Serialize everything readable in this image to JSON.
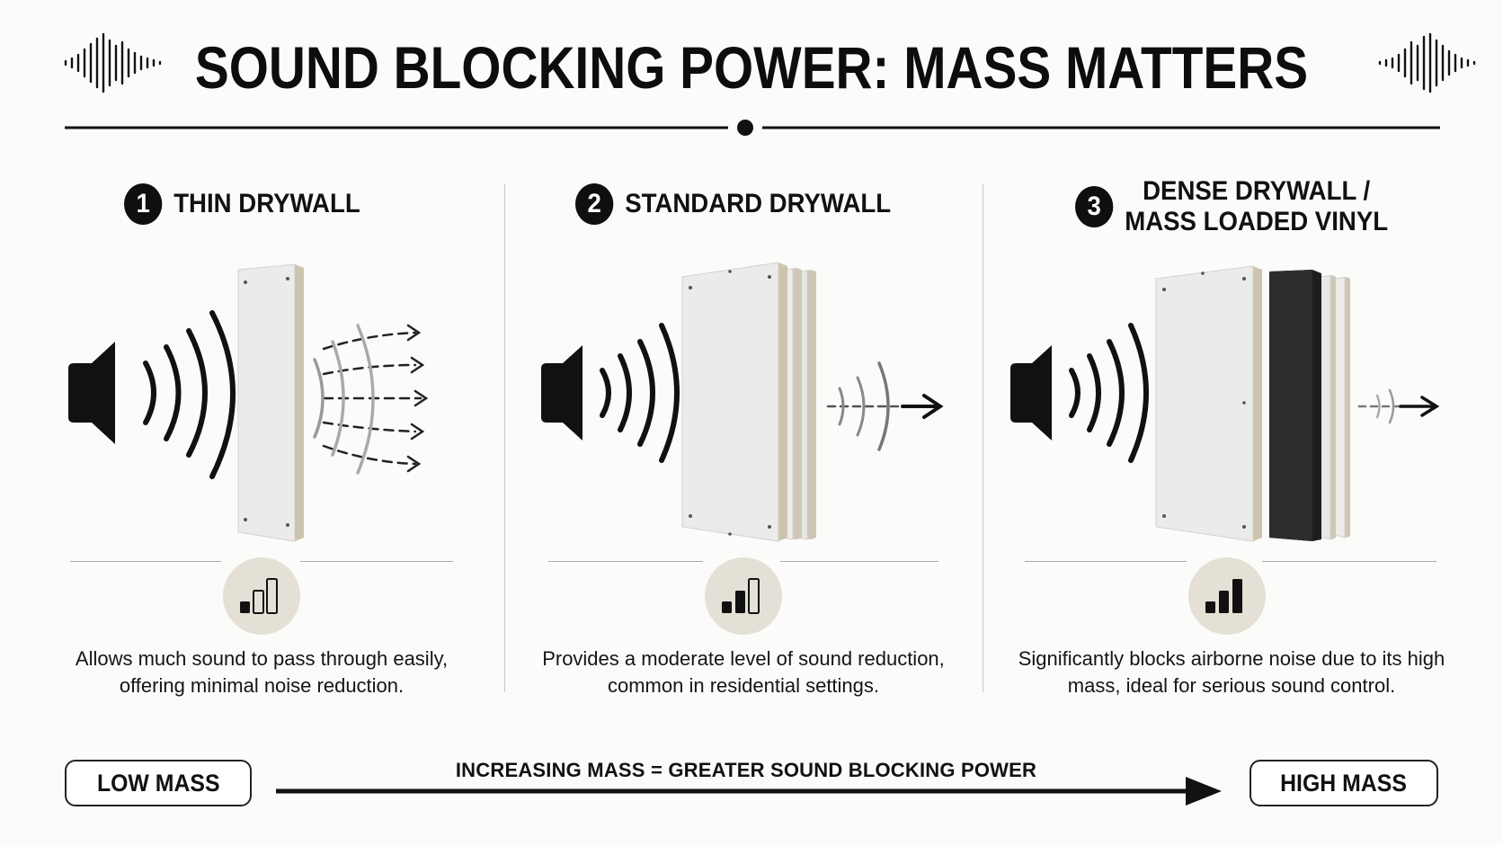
{
  "header": {
    "title": "SOUND BLOCKING POWER: MASS MATTERS"
  },
  "columns": [
    {
      "number": "1",
      "heading": "THIN DRYWALL",
      "heading_line2": "",
      "level_of_3": 1,
      "description": "Allows much sound to pass through easily, offering minimal noise reduction."
    },
    {
      "number": "2",
      "heading": "STANDARD DRYWALL",
      "heading_line2": "",
      "level_of_3": 2,
      "description": "Provides a moderate level of sound reduction, common in residential settings."
    },
    {
      "number": "3",
      "heading": "DENSE DRYWALL /",
      "heading_line2": "MASS LOADED VINYL",
      "level_of_3": 3,
      "description": "Significantly blocks airborne noise due to its high mass, ideal for serious sound control."
    }
  ],
  "scale": {
    "low_label": "LOW MASS",
    "high_label": "HIGH MASS",
    "axis_label": "INCREASING MASS = GREATER SOUND BLOCKING POWER"
  },
  "icons": {
    "speaker": "speaker-icon",
    "sound_waves": "sound-waves-icon",
    "signal_meter": "signal-bars-icon",
    "number_badge": "number-badge-icon"
  },
  "colors": {
    "ink": "#111111",
    "meter_bg": "#e4e0d5",
    "drywall_face": "#e9e9e7",
    "drywall_core": "#cfc7b5",
    "vinyl": "#2a2a2a",
    "background": "#fbfbfa"
  }
}
